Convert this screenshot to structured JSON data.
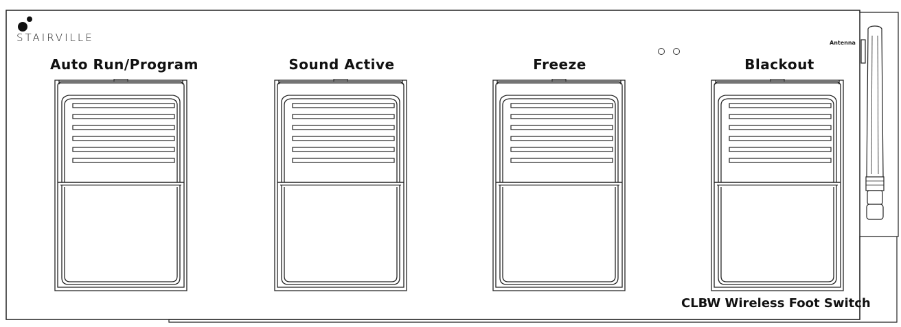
{
  "brand": {
    "logo_text": "STAIRVILLE"
  },
  "buttons": [
    {
      "label": "Auto Run/Program"
    },
    {
      "label": "Sound  Active"
    },
    {
      "label": "Freeze"
    },
    {
      "label": "Blackout"
    }
  ],
  "antenna": {
    "label": "Antenna"
  },
  "product": {
    "name": "CLBW Wireless Foot Switch"
  },
  "colors": {
    "line": "#222222",
    "background": "#ffffff"
  }
}
